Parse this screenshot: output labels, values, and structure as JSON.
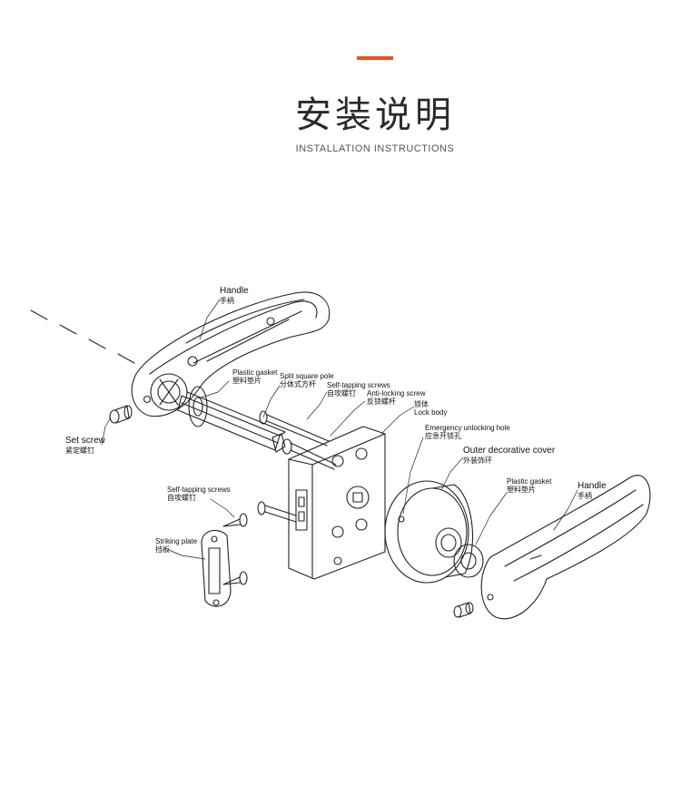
{
  "header": {
    "accent_color": "#e8531f",
    "title": "安装说明",
    "subtitle": "INSTALLATION INSTRUCTIONS"
  },
  "labels": {
    "handle_left_en": "Handle",
    "handle_left_cn": "手柄",
    "plastic_gasket_left_en": "Plastic gasket",
    "plastic_gasket_left_cn": "塑料垫片",
    "split_pole_en": "Split square pole",
    "split_pole_cn": "分体式方杆",
    "self_tapping_top_en": "Self-tapping screws",
    "self_tapping_top_cn": "自攻螺钉",
    "anti_locking_en": "Anti-locking screw",
    "anti_locking_cn": "反锁螺杆",
    "lock_body_cn": "锁体",
    "lock_body_en": "Lock body",
    "emergency_en": "Emergency unlocking hole",
    "emergency_cn": "应急开锁孔",
    "outer_cover_en": "Outer decorative cover",
    "outer_cover_cn": "外装饰环",
    "plastic_gasket_right_en": "Plastic gasket",
    "plastic_gasket_right_cn": "塑料垫片",
    "handle_right_en": "Handle",
    "handle_right_cn": "手柄",
    "set_screw_en": "Set screw",
    "set_screw_cn": "紧定螺钉",
    "self_tapping_low_en": "Self-tapping screws",
    "self_tapping_low_cn": "自攻螺钉",
    "striking_plate_en": "Striking plate",
    "striking_plate_cn": "挡板"
  }
}
